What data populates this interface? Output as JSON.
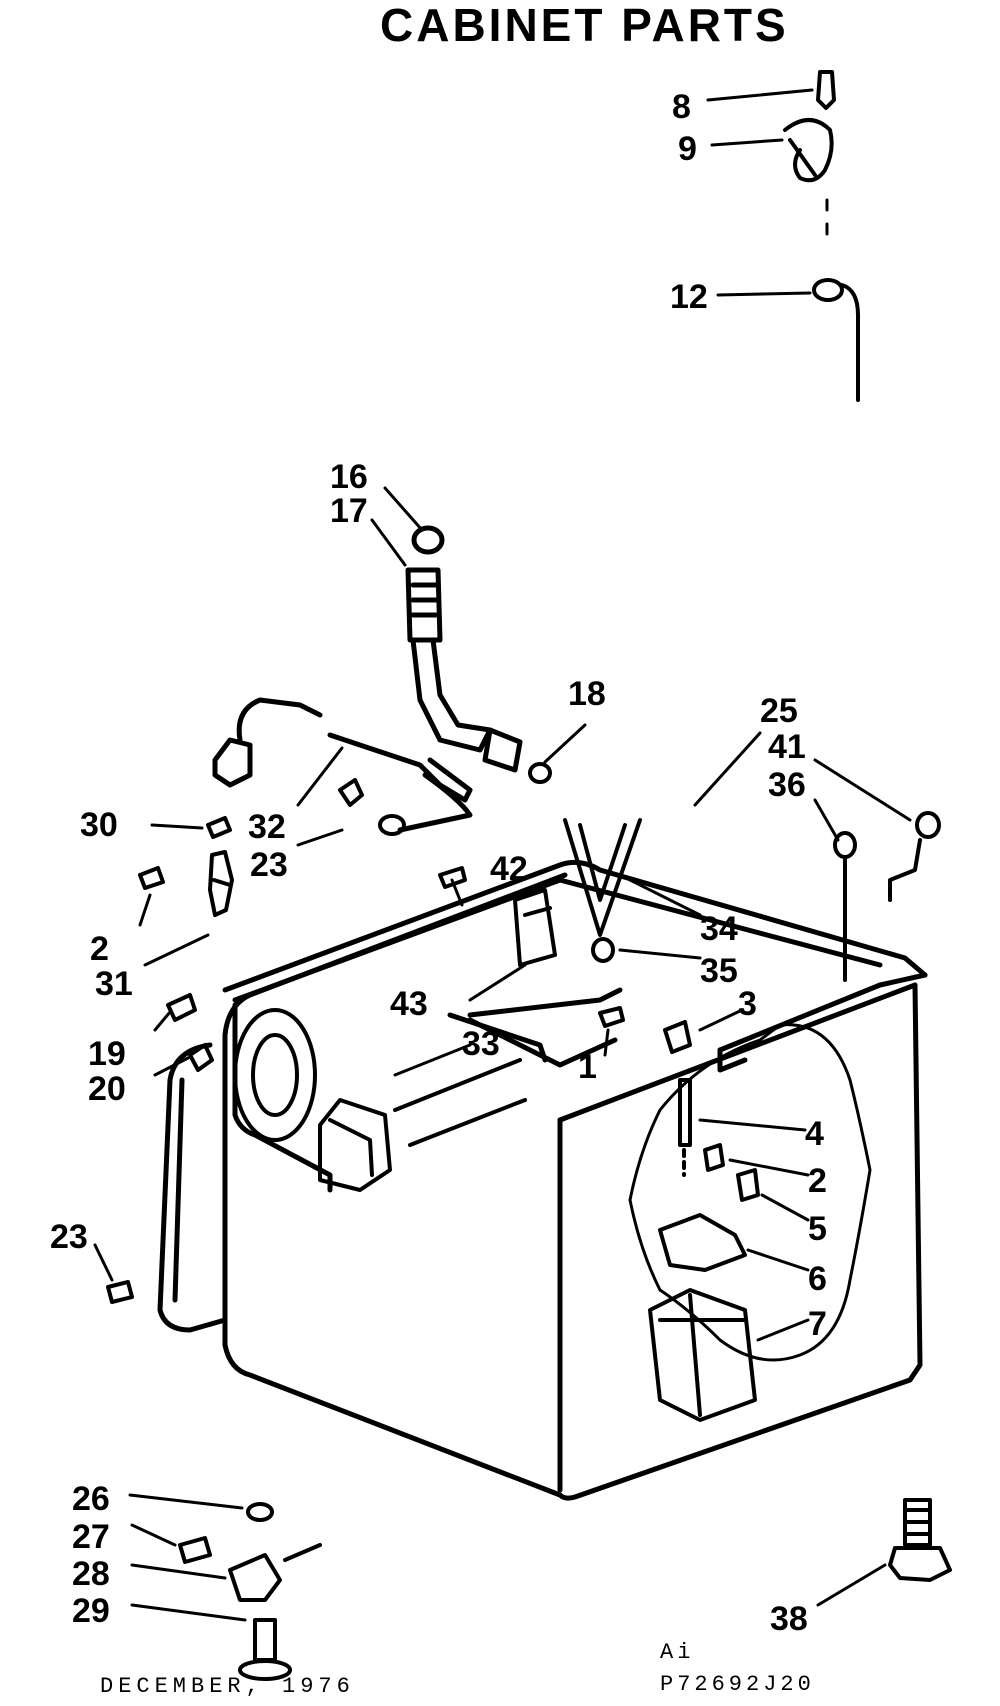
{
  "title": "CABINET PARTS",
  "footer": {
    "date": "DECEMBER, 1976",
    "code_line1": "Ai",
    "code_line2": "P72692J20"
  },
  "callouts": [
    "8",
    "9",
    "12",
    "16",
    "17",
    "18",
    "25",
    "41",
    "36",
    "30",
    "32",
    "23",
    "42",
    "34",
    "35",
    "2",
    "31",
    "43",
    "3",
    "19",
    "33",
    "1",
    "20",
    "4",
    "2",
    "5",
    "23",
    "6",
    "7",
    "26",
    "27",
    "28",
    "29",
    "38"
  ],
  "colors": {
    "ink": "#000000",
    "paper": "#ffffff"
  }
}
